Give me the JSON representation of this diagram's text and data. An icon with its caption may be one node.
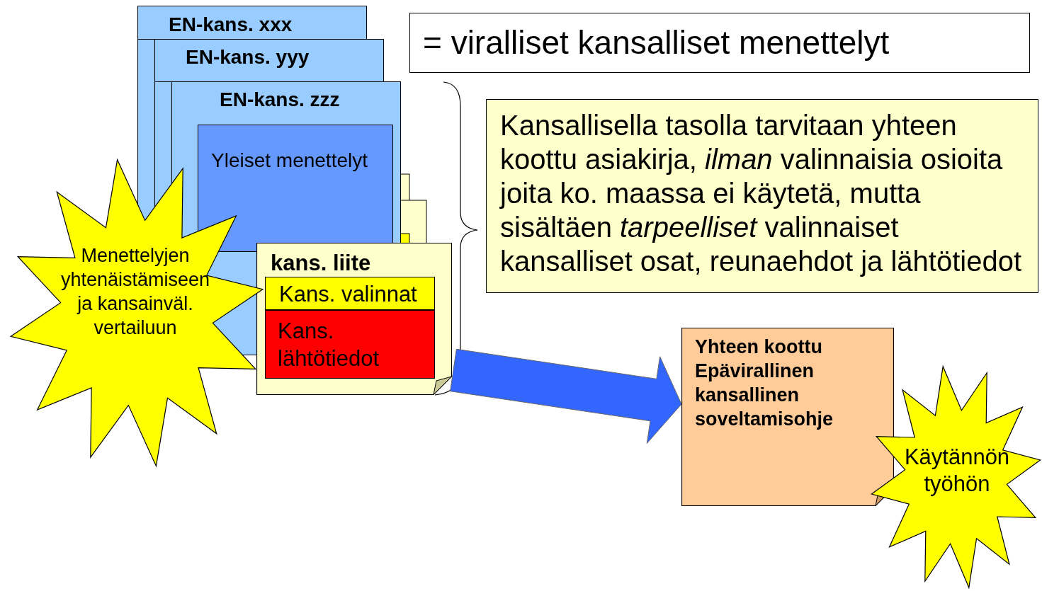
{
  "diagram": {
    "nodes": [
      {
        "text": [
          "EN-kans. xxx"
        ]
      },
      {
        "text": [
          "EN-kans. yyy"
        ]
      },
      {
        "text": [
          "EN-kans. zzz"
        ]
      },
      {
        "text": [
          "Yleiset menettelyt"
        ],
        "in": 2
      },
      {
        "text": [
          "kans. liite"
        ]
      },
      {
        "text": [
          "Kans. valinnat"
        ],
        "in": 4
      },
      {
        "text": [
          "Kans. lähtötiedot"
        ],
        "in": 4
      },
      {
        "text": [
          "Menettelyjen yhtenäistämiseen ja kansainväl. vertailuun"
        ]
      },
      {
        "text": [
          "= viralliset kansalliset menettelyt"
        ]
      },
      {
        "text": [
          "Kansallisella tasolla tarvitaan yhteen koottu asiakirja, *ilman* valinnaisia osioita joita ko. maassa ei käytetä, mutta sisältäen *tarpeelliset* valinnaiset kansalliset osat, reunaehdot ja lähtötiedot"
        ]
      },
      {
        "text": [
          "Yhteen koottu Epävirallinen kansallinen soveltamisohje"
        ]
      },
      {
        "text": [
          "Käytännön työhön"
        ]
      }
    ],
    "edges": [
      {
        "from": 4,
        "to": 10,
        "arrow": "to",
        "style": "thick",
        "color": "#3366ff"
      }
    ]
  }
}
